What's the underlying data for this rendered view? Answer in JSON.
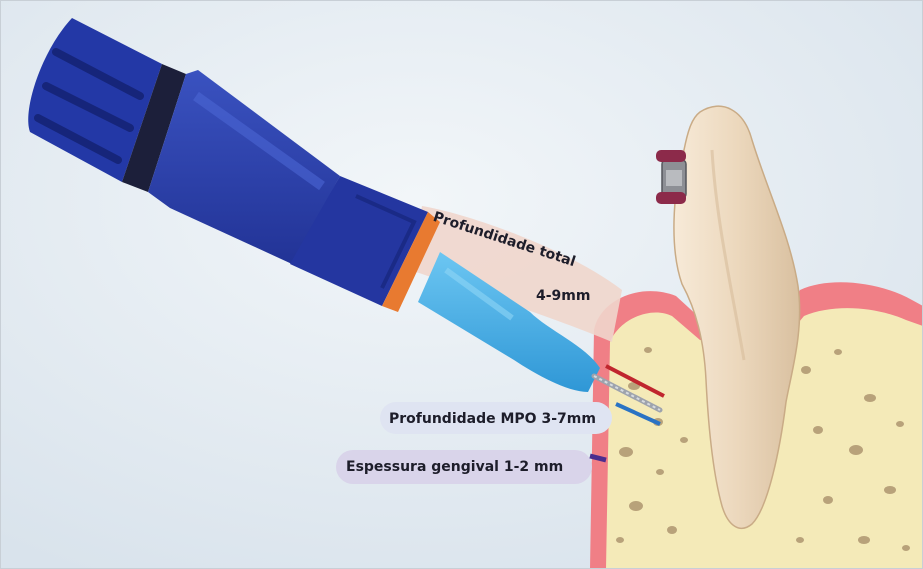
{
  "diagram": {
    "labels": {
      "total_depth_line1": "Profundidade total",
      "total_depth_line2": "4-9mm",
      "mpo_depth": "Profundidade MPO 3-7mm",
      "gingival_thickness": "Espessura gengival 1-2 mm"
    },
    "colors": {
      "background": "#e2ebf2",
      "handpiece": "#2b3fa8",
      "handpiece_dark": "#1e2d86",
      "collar": "#e87a30",
      "needle_hub": "#3fa9e6",
      "gum": "#f07f86",
      "bone": "#f4eab8",
      "tooth": "#efdcc3",
      "total_depth_marker": "#c0262e",
      "mpo_depth_marker": "#2a73c4",
      "gingival_marker": "#4b2d8e"
    },
    "icons": [
      "micro-osteoperforation-device-icon",
      "orthodontic-bracket-icon",
      "tooth-icon"
    ]
  }
}
